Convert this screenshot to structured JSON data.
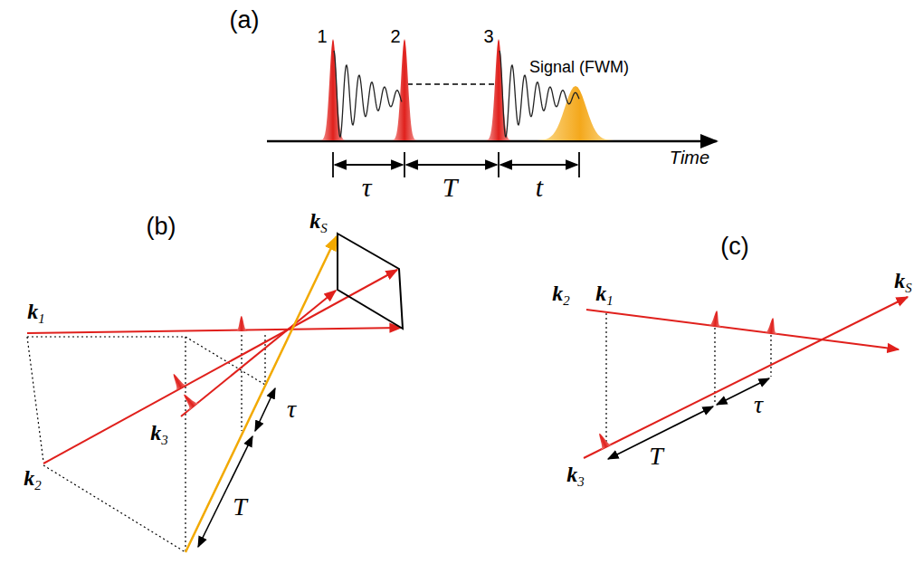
{
  "diagram": {
    "labels": [
      "(a)",
      "1",
      "2",
      "3",
      "Signal (FWM)",
      "τ",
      "T",
      "t",
      "Time",
      "(b)",
      "kS",
      "k1",
      "k2",
      "k3",
      "τ",
      "T",
      "(c)",
      "k2",
      "k1",
      "kS",
      "k3",
      "T",
      "τ"
    ]
  }
}
